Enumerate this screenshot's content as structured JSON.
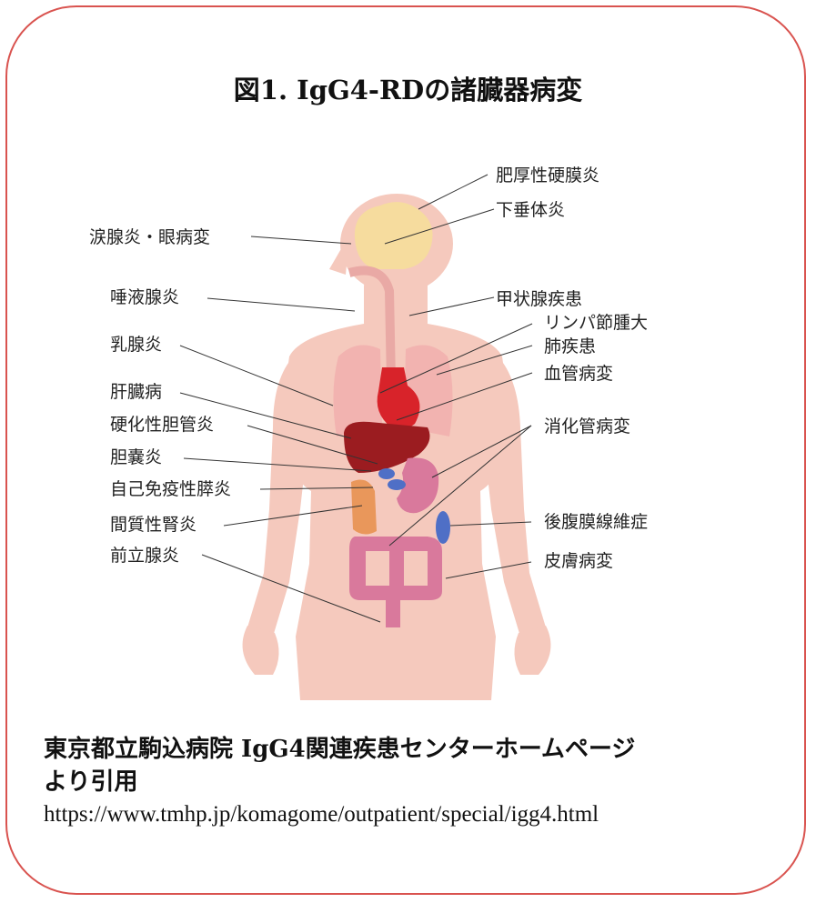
{
  "title": "図1. IgG4-RDの諸臓器病変",
  "labels": {
    "l1": "肥厚性硬膜炎",
    "l2": "下垂体炎",
    "l3": "涙腺炎・眼病変",
    "l4": "唾液腺炎",
    "l5": "甲状腺疾患",
    "l6": "リンパ節腫大",
    "l7": "乳腺炎",
    "l8": "肺疾患",
    "l9": "血管病変",
    "l10": "肝臓病",
    "l11": "硬化性胆管炎",
    "l12": "消化管病変",
    "l13": "胆嚢炎",
    "l14": "自己免疫性膵炎",
    "l15": "間質性腎炎",
    "l16": "後腹膜線維症",
    "l17": "前立腺炎",
    "l18": "皮膚病変"
  },
  "credit": {
    "line1": "東京都立駒込病院 IgG4関連疾患センターホームページ",
    "line2": "より引用",
    "url": "https://www.tmhp.jp/komagome/outpatient/special/igg4.html"
  },
  "colors": {
    "border": "#d9534f",
    "skin": "#f5c9bd",
    "brain": "#f6dc9e",
    "heart": "#d8232a",
    "liver": "#9b1c20",
    "intestine": "#d9799c",
    "blue": "#4f6fc6"
  }
}
